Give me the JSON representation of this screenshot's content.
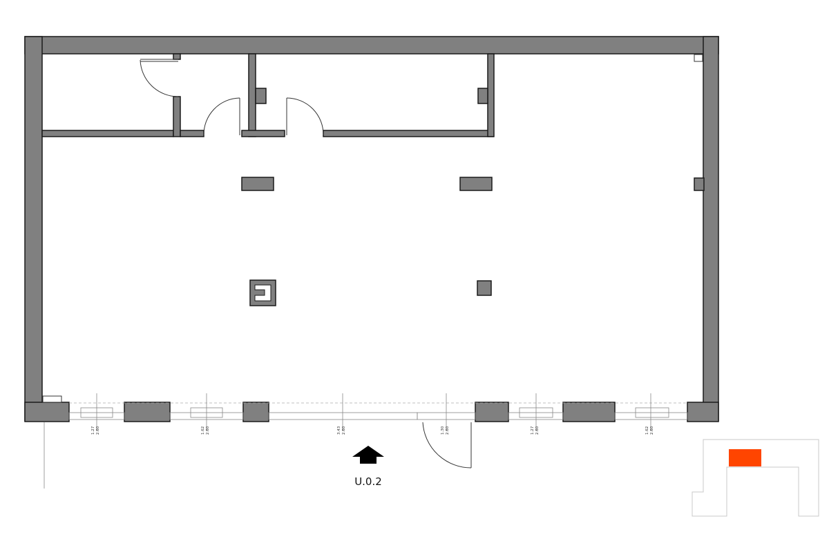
{
  "unit_label": "U.0.2",
  "windows": [
    {
      "width": "1.27",
      "height": "2.60"
    },
    {
      "width": "1.62",
      "height": "2.60"
    },
    {
      "width": "3.43",
      "height": "2.60"
    },
    {
      "width": "1.30",
      "height": "2.60"
    },
    {
      "width": "1.27",
      "height": "2.60"
    },
    {
      "width": "1.62",
      "height": "2.60"
    }
  ],
  "colors": {
    "wall": "#808080",
    "highlight": "#ff4500",
    "line": "#1a1a1a"
  }
}
